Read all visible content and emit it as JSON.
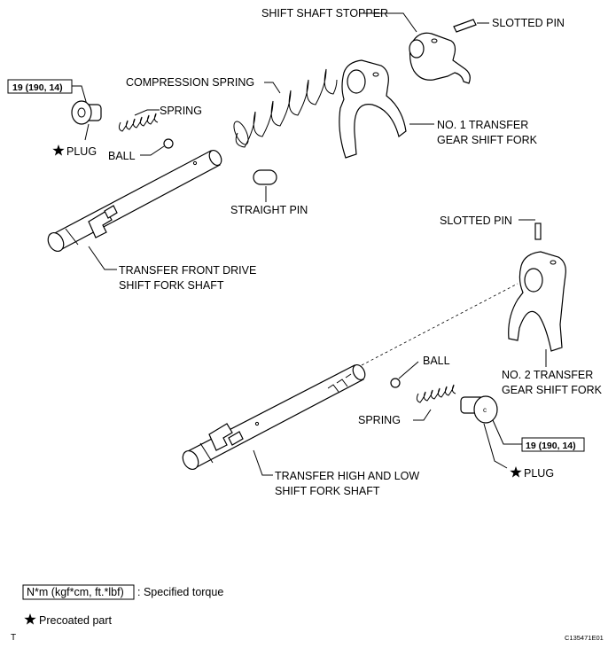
{
  "labels": {
    "shift_shaft_stopper": "SHIFT SHAFT STOPPER",
    "slotted_pin_top": "SLOTTED PIN",
    "torque_left": "19 (190, 14)",
    "compression_spring": "COMPRESSION SPRING",
    "spring_top": "SPRING",
    "plug_left": "PLUG",
    "ball_top": "BALL",
    "no1_fork_line1": "NO. 1 TRANSFER",
    "no1_fork_line2": "GEAR SHIFT FORK",
    "straight_pin": "STRAIGHT PIN",
    "front_shaft_line1": "TRANSFER FRONT DRIVE",
    "front_shaft_line2": "SHIFT FORK SHAFT",
    "slotted_pin_mid": "SLOTTED PIN",
    "ball_bottom": "BALL",
    "no2_fork_line1": "NO. 2 TRANSFER",
    "no2_fork_line2": "GEAR SHIFT FORK",
    "spring_bottom": "SPRING",
    "torque_right": "19 (190, 14)",
    "high_low_line1": "TRANSFER HIGH AND LOW",
    "high_low_line2": "SHIFT FORK SHAFT",
    "plug_right": "PLUG"
  },
  "legend": {
    "torque_unit": "N*m (kgf*cm, ft.*lbf)",
    "torque_text": ": Specified torque",
    "precoated_text": "Precoated part"
  },
  "footer": {
    "corner_mark": "T",
    "figure_code": "C135471E01"
  }
}
